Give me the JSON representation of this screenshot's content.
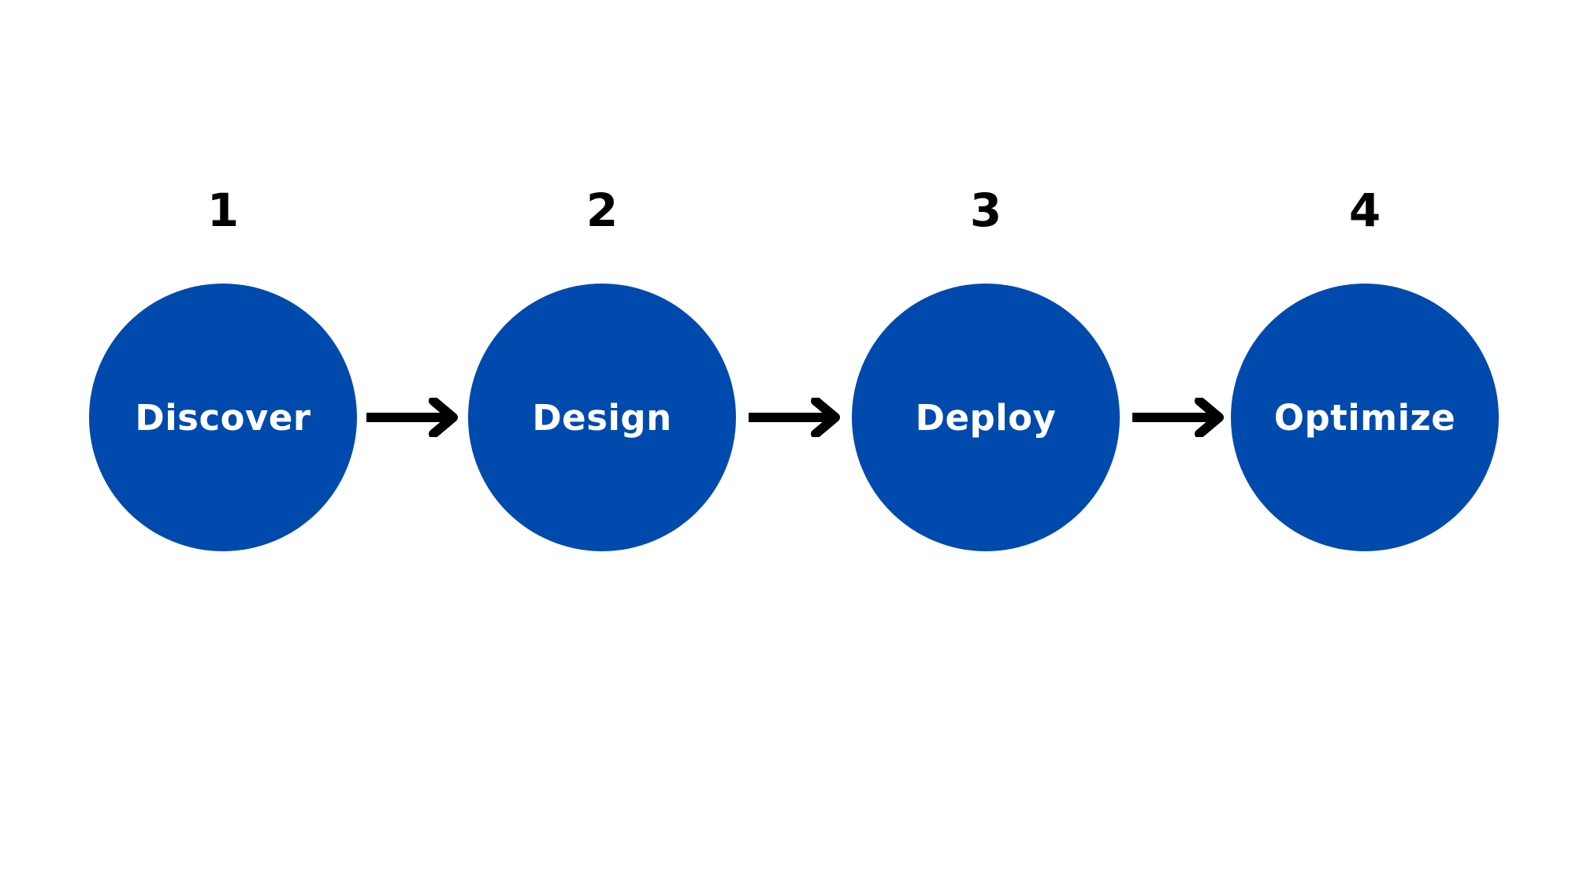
{
  "colors": {
    "circle_fill": "#004aad",
    "label_text": "#ffffff",
    "number_text": "#000000",
    "arrow": "#000000",
    "background": "#ffffff"
  },
  "steps": [
    {
      "number": "1",
      "label": "Discover"
    },
    {
      "number": "2",
      "label": "Design"
    },
    {
      "number": "3",
      "label": "Deploy"
    },
    {
      "number": "4",
      "label": "Optimize"
    }
  ],
  "connectors": [
    {
      "from": "Discover",
      "to": "Design",
      "icon": "right-arrow-icon"
    },
    {
      "from": "Design",
      "to": "Deploy",
      "icon": "right-arrow-icon"
    },
    {
      "from": "Deploy",
      "to": "Optimize",
      "icon": "right-arrow-icon"
    }
  ]
}
